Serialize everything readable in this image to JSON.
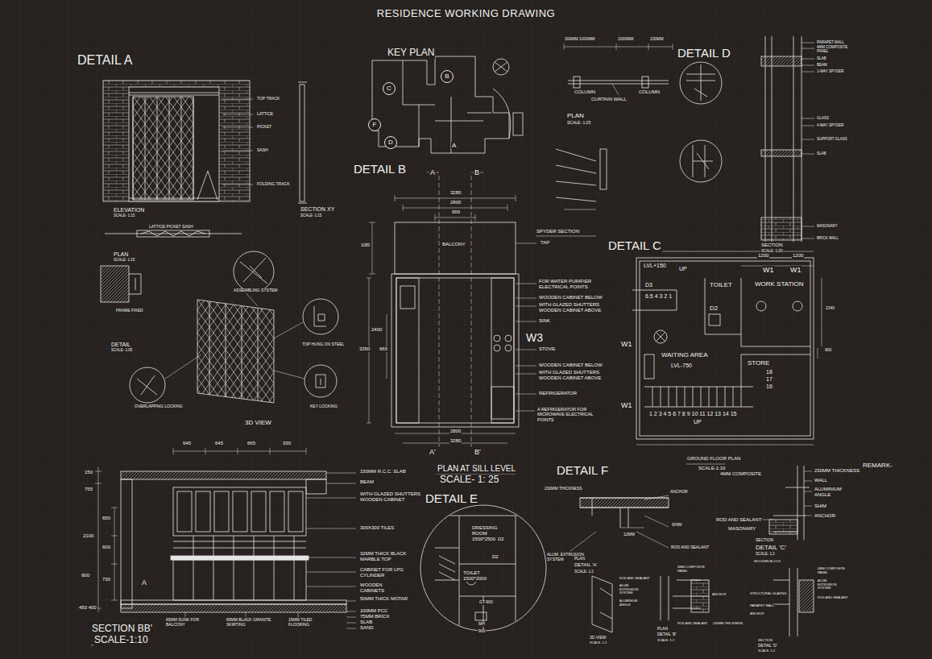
{
  "diagram": {
    "title": "RESIDENCE WORKING DRAWING",
    "nodes": [
      {
        "text": [
          "B"
        ]
      },
      {
        "text": [
          "C"
        ]
      },
      {
        "text": [
          "F"
        ]
      },
      {
        "text": [
          "D"
        ]
      }
    ],
    "labels": [
      "DETAIL A",
      "TOP TRACK",
      "LATTICE",
      "PICKET",
      "SASH",
      "FOLDING TRACK",
      "ELEVATION",
      "SCALE- 1:15",
      "SECTION XY",
      "SCALE- 1:15",
      "LATTICE PICKET SASH",
      "PLAN",
      "SCALE- 1:15",
      "ASSEMBLING SYSTEM",
      "FRAME FIXED",
      "DETAIL",
      "SCALE- 1:05",
      "TOP HUNG ON STEEL",
      "OVERLAPPING LOCKING",
      "KEY LOCKING",
      "3D VIEW",
      "KEY PLAN",
      "A",
      "DETAIL B",
      "A",
      "B",
      "3280",
      "2800",
      "900",
      "1085",
      "BALCONY",
      "2400",
      "3350",
      "665",
      "2800",
      "3280",
      "A'",
      "B'",
      "TAP",
      "FOR WATER PURIFIER ELECTRICAL POINTS",
      "WOODEN CABINET BELOW",
      "WITH GLAZED SHUTTERS WOODEN CABINET ABOVE",
      "SINK",
      "W3",
      "STOVE",
      "WOODEN CABINET BELOW",
      "WITH GLAZED SHUTTERS WOODEN CABINET ABOVE",
      "REFRIGERATOR",
      "A REFRIGERATOR FOR MICROWAVE ELECTRICAL POINTS",
      "PLAN AT SILL LEVEL",
      "SCALE- 1: 25",
      "300MM 1000MM",
      "1000MM",
      "230MM",
      "COLUMN",
      "COLUMN",
      "CURTAIN WALL",
      "PLAN",
      "SCALE- 1:25",
      "DETAIL D",
      "SPYDER SECTION",
      "PARAPET WALL",
      "4MM COMPOSITE PANEL",
      "SLAB",
      "BEAM",
      "1-WAY SPYDER",
      "GLASS",
      "4-WAY SPYDER",
      "SUPPORT GLASS",
      "SLAB",
      "MASONARY",
      "BRICK WALL",
      "SECTION",
      "SCALE- 1:20",
      "DETAIL C",
      "1200",
      "1200",
      "W1",
      "W1",
      "LVL+150",
      "UP",
      "D3",
      "6.5 4 3 2 1",
      "TOILET",
      "D2",
      "WORK STATION",
      "2340",
      "900",
      "W1",
      "WAITING AREA",
      "LVL-750",
      "STORE",
      "18",
      "17",
      "16",
      "1 2 3 4 5 6 7 8 9 10 11 12 13 14 15",
      "UP",
      "W1",
      "GROUND FLOOR PLAN",
      "SCALE-1:10",
      "REMARK-",
      "4MM COMPOSITE",
      "230MM THICKNESS",
      "WALL",
      "ALUMINIUM ANGLE",
      "SHIM",
      "ANCHOR",
      "ROD AND SEALANT",
      "MASONARY",
      "SECTION",
      "DETAIL 'C'",
      "SCALE- 1:2",
      "DETAIL F",
      "230MM THICKNESS",
      "ANCHOR",
      "SHIM",
      "12MM",
      "ALUM. EXTRUSION SYSTEM",
      "ROD AND SEALANT",
      "PLAN",
      "DETAIL 'A'",
      "SCALE- 1:2",
      "ROD AND SEALANT",
      "ALUM. EXTRUSION SYSTEM",
      "ALUMINIUM ANGLE",
      "4MM COMPOSITE PANEL",
      "ANCHOR",
      "ROD AND SEALANT",
      "230MM THICKNESS",
      "3D VIEW",
      "SCALE- 1:2",
      "PLAN",
      "DETAIL 'B'",
      "SCALE- 1:2",
      "WOODEN BLOCK",
      "4MM COMPOSITE PANEL",
      "ALUM. EXTRUSION SYSTEM",
      "STRUCTURAL GLAZING",
      "PARAPET WALL",
      "ANCHOR",
      "ROD AND SEALANT",
      "SECTION",
      "DETAIL 'D'",
      "SCALE- 1:2",
      "645",
      "645",
      "665",
      "330",
      "150",
      "755",
      "650",
      "600",
      "2100",
      "900",
      "730",
      "450 400",
      "150MM R.C.C. SLAB",
      "BEAM",
      "WITH GLAZED SHUTTERS WOODEN CABINET",
      "300X300 TILES",
      "32MM THICK BLACK MARBLE TOP",
      "CABINET FOR LPG CYLINDER",
      "WOODEN CABINETS",
      "50MM THICK MOTAR",
      "100MM PCC",
      "75MM BRICK",
      "SLAB",
      "SAND",
      "15MM TILED FLOORING",
      "65MM BLACK GRANITE SKIRTING",
      "65MM SUNK FOR BALCONY",
      "A",
      "SECTION BB'",
      "SCALE-1:10",
      "DETAIL E",
      "DRESSING ROOM 1500*2500",
      "D2",
      "D2",
      "TOILET 1500*2000",
      "GT-900",
      "MH",
      "900"
    ]
  }
}
